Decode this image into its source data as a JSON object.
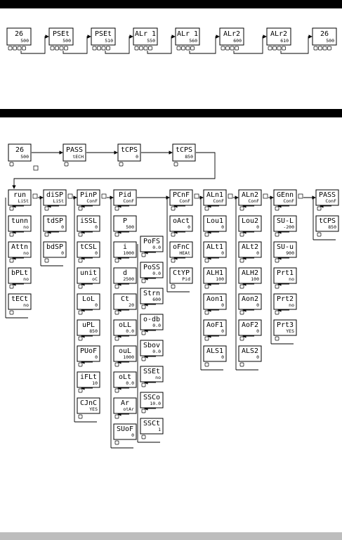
{
  "top_flow": [
    {
      "top": "26",
      "bottom": "500"
    },
    {
      "top": "PSEt",
      "bottom": "500"
    },
    {
      "top": "PSEt",
      "bottom": "510"
    },
    {
      "top": "ALr 1",
      "bottom": "550"
    },
    {
      "top": "ALr 1",
      "bottom": "560"
    },
    {
      "top": "ALr2",
      "bottom": "600"
    },
    {
      "top": "ALr2",
      "bottom": "610"
    },
    {
      "top": "26",
      "bottom": "500"
    }
  ],
  "setup_flow": [
    {
      "top": "26",
      "bottom": "500"
    },
    {
      "top": "PASS",
      "bottom": "tECH"
    },
    {
      "top": "tCPS",
      "bottom": "0"
    },
    {
      "top": "tCPS",
      "bottom": "850"
    }
  ],
  "columns": [
    {
      "items": [
        {
          "top": "run",
          "bottom": "LiSt"
        },
        {
          "top": "tunn",
          "bottom": "no"
        },
        {
          "top": "Attn",
          "bottom": "no"
        },
        {
          "top": "bPLt",
          "bottom": "no"
        },
        {
          "top": "tECt",
          "bottom": "no"
        }
      ]
    },
    {
      "items": [
        {
          "top": "diSP",
          "bottom": "LiSt"
        },
        {
          "top": "tdSP",
          "bottom": "0"
        },
        {
          "top": "bdSP",
          "bottom": "0"
        }
      ]
    },
    {
      "items": [
        {
          "top": "PinP",
          "bottom": "ConF"
        },
        {
          "top": "iSSL",
          "bottom": "0"
        },
        {
          "top": "tCSL",
          "bottom": "0"
        },
        {
          "top": "unit",
          "bottom": "oC"
        },
        {
          "top": "LoL",
          "bottom": "0"
        },
        {
          "top": "uPL",
          "bottom": "850"
        },
        {
          "top": "PUoF",
          "bottom": "0"
        },
        {
          "top": "iFLt",
          "bottom": "10"
        },
        {
          "top": "CJnC",
          "bottom": "YES"
        }
      ]
    },
    {
      "items": [
        {
          "top": "Pid",
          "bottom": "ConF"
        },
        {
          "top": "P",
          "bottom": "500"
        },
        {
          "top": "i",
          "bottom": "1000"
        },
        {
          "top": "d",
          "bottom": "2500"
        },
        {
          "top": "Ct",
          "bottom": "20"
        },
        {
          "top": "oLL",
          "bottom": "0.0"
        },
        {
          "top": "ouL",
          "bottom": "1000"
        },
        {
          "top": "oLt",
          "bottom": "0.0"
        },
        {
          "top": "Ar",
          "bottom": "otAr"
        },
        {
          "top": "SUoF",
          "bottom": "0"
        }
      ]
    },
    {
      "items": [
        {
          "top": "PoFS",
          "bottom": "0.0"
        },
        {
          "top": "PoSS",
          "bottom": "0.0"
        },
        {
          "top": "Strn",
          "bottom": "600"
        },
        {
          "top": "o-db",
          "bottom": "0.0"
        },
        {
          "top": "Sbov",
          "bottom": "0.0"
        },
        {
          "top": "SSEt",
          "bottom": "no"
        },
        {
          "top": "SSCo",
          "bottom": "10.0"
        },
        {
          "top": "SSCt",
          "bottom": "1"
        }
      ]
    },
    {
      "items": [
        {
          "top": "PCnF",
          "bottom": "ConF"
        },
        {
          "top": "oAct",
          "bottom": "0"
        },
        {
          "top": "oFnC",
          "bottom": "HEAt"
        },
        {
          "top": "CtYP",
          "bottom": "Pid"
        }
      ]
    },
    {
      "items": [
        {
          "top": "ALn1",
          "bottom": "ConF"
        },
        {
          "top": "Lou1",
          "bottom": "0"
        },
        {
          "top": "ALt1",
          "bottom": "0"
        },
        {
          "top": "ALH1",
          "bottom": "100"
        },
        {
          "top": "Aon1",
          "bottom": "0"
        },
        {
          "top": "AoF1",
          "bottom": "0"
        },
        {
          "top": "ALS1",
          "bottom": "0"
        }
      ]
    },
    {
      "items": [
        {
          "top": "ALn2",
          "bottom": "ConF"
        },
        {
          "top": "Lou2",
          "bottom": "0"
        },
        {
          "top": "ALt2",
          "bottom": "0"
        },
        {
          "top": "ALH2",
          "bottom": "100"
        },
        {
          "top": "Aon2",
          "bottom": "0"
        },
        {
          "top": "AoF2",
          "bottom": "0"
        },
        {
          "top": "ALS2",
          "bottom": "0"
        }
      ]
    },
    {
      "items": [
        {
          "top": "GEnn",
          "bottom": "ConF"
        },
        {
          "top": "SU-L",
          "bottom": "-200"
        },
        {
          "top": "SU-u",
          "bottom": "900"
        },
        {
          "top": "Prt1",
          "bottom": "no"
        },
        {
          "top": "Prt2",
          "bottom": "no"
        },
        {
          "top": "Prt3",
          "bottom": "YES"
        }
      ]
    },
    {
      "items": [
        {
          "top": "PASS",
          "bottom": "ConF"
        },
        {
          "top": "tCPS",
          "bottom": "850"
        }
      ]
    }
  ]
}
